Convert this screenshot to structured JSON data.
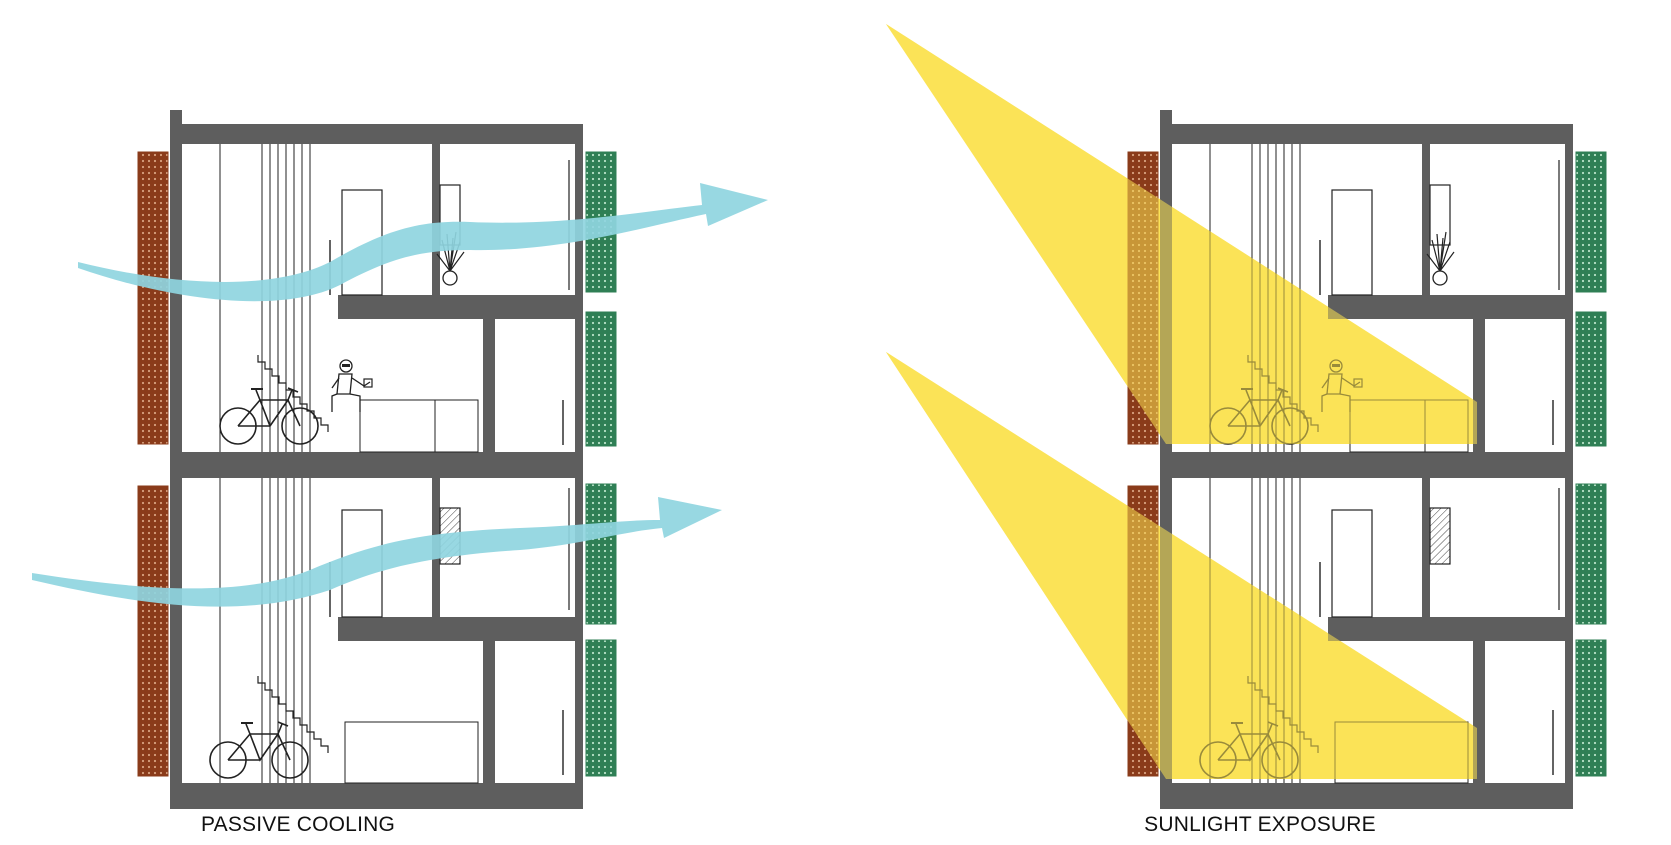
{
  "panels": [
    {
      "id": "left",
      "caption": "PASSIVE COOLING",
      "effect": "airflow",
      "effect_icon": "airflow-arrow-icon"
    },
    {
      "id": "right",
      "caption": "SUNLIGHT EXPOSURE",
      "effect": "sunlight",
      "effect_icon": "sun-ray-icon"
    }
  ],
  "colors": {
    "wall": "#5e5e5e",
    "brick": "#8a3b1a",
    "brick_dot": "#d9a27f",
    "green_screen": "#2f7f55",
    "green_dot": "#b8e3c8",
    "airflow": "#8fd5df",
    "sunlight": "#fbe150",
    "line": "#222222"
  }
}
